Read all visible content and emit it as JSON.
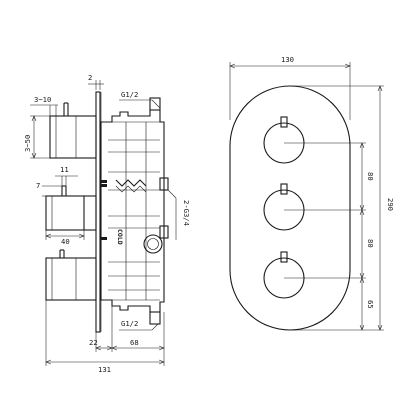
{
  "side_view": {
    "dims": {
      "top_offset": "2",
      "top_thread": "G1/2",
      "handle_depth": "3~10",
      "handle_height": "3~50",
      "spindle_len": "11",
      "spindle_height": "7",
      "outlet_thread": "2-G3/4",
      "body_width": "40",
      "bottom_thread": "G1/2",
      "plate_to_body": "22",
      "body_depth": "68",
      "total_depth": "131"
    },
    "stamp": "COLD"
  },
  "front_view": {
    "dims": {
      "plate_width": "130",
      "plate_height": "290",
      "spacing_top": "80",
      "spacing_middle": "80",
      "bottom_offset": "65"
    }
  }
}
